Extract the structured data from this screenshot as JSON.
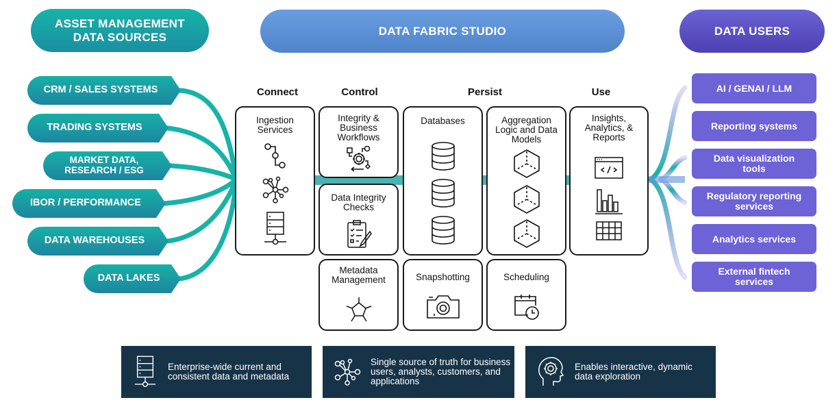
{
  "headers": {
    "sources": "ASSET MANAGEMENT DATA SOURCES",
    "studio": "DATA FABRIC STUDIO",
    "users": "DATA USERS"
  },
  "colors": {
    "teal": "#17b3a8",
    "blue": "#5f93d9",
    "purple": "#6d62d6",
    "navy": "#173347"
  },
  "sources": [
    {
      "label": "CRM / SALES SYSTEMS"
    },
    {
      "label": "TRADING SYSTEMS"
    },
    {
      "label": "MARKET DATA, RESEARCH / ESG"
    },
    {
      "label": "IBOR / PERFORMANCE"
    },
    {
      "label": "DATA WAREHOUSES"
    },
    {
      "label": "DATA LAKES"
    }
  ],
  "columns": [
    "Connect",
    "Control",
    "Persist",
    "Use"
  ],
  "boxes": {
    "ingestion": {
      "title": "Ingestion Services",
      "icons": [
        "workflow-nodes-icon",
        "hub-network-icon",
        "server-network-icon"
      ]
    },
    "integrity_workflows": {
      "title": "Integrity & Business Workflows",
      "icon": "gear-workflow-icon"
    },
    "integrity_checks": {
      "title": "Data Integrity Checks",
      "icon": "clipboard-checklist-icon"
    },
    "metadata": {
      "title": "Metadata Management",
      "icon": "pentagon-molecule-icon"
    },
    "databases": {
      "title": "Databases",
      "icons": [
        "database-icon",
        "database-icon",
        "database-icon"
      ]
    },
    "snapshotting": {
      "title": "Snapshotting",
      "icon": "camera-icon"
    },
    "aggregation": {
      "title": "Aggregation Logic and Data Models",
      "icons": [
        "cube-icon",
        "cube-icon",
        "cube-icon"
      ]
    },
    "scheduling": {
      "title": "Scheduling",
      "icon": "calendar-clock-icon"
    },
    "insights": {
      "title": "Insights, Analytics, & Reports",
      "icons": [
        "code-window-icon",
        "bar-chart-icon",
        "table-grid-icon"
      ]
    }
  },
  "users": [
    {
      "label": "AI / GENAI / LLM"
    },
    {
      "label": "Reporting systems"
    },
    {
      "label": "Data visualization tools"
    },
    {
      "label": "Regulatory reporting services"
    },
    {
      "label": "Analytics services"
    },
    {
      "label": "External fintech services"
    }
  ],
  "benefits": [
    {
      "icon": "server-network-icon",
      "text": "Enterprise-wide current and consistent data and metadata"
    },
    {
      "icon": "hub-network-icon",
      "text": "Single source of truth for business users, analysts, customers, and applications"
    },
    {
      "icon": "head-gear-icon",
      "text": "Enables interactive, dynamic data exploration"
    }
  ]
}
